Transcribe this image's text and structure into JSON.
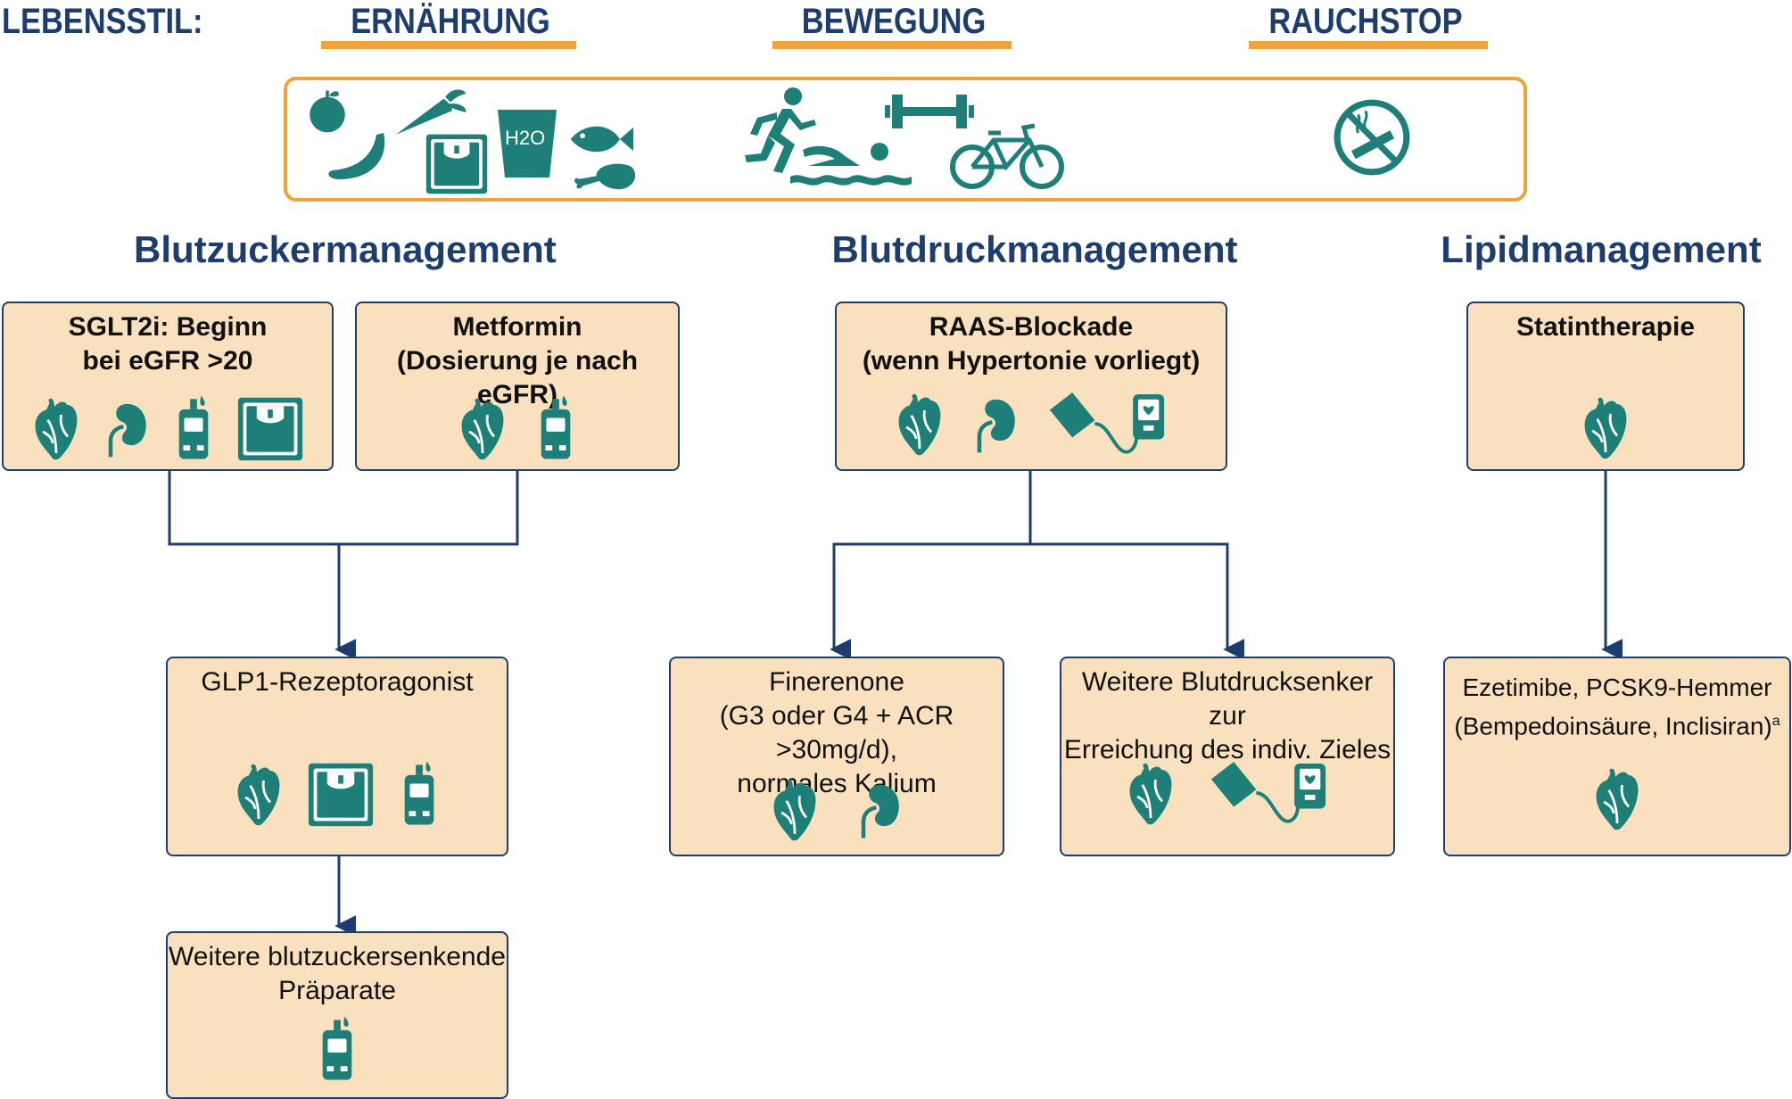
{
  "lifestyle": {
    "label": "LEBENSSTIL:",
    "categories": [
      "ERNÄHRUNG",
      "BEWEGUNG",
      "RAUCHSTOP"
    ]
  },
  "sections": {
    "blood_sugar": "Blutzuckermanagement",
    "blood_pressure": "Blutdruckmanagement",
    "lipid": "Lipidmanagement"
  },
  "boxes": {
    "sglt2": "SGLT2i: Beginn\nbei eGFR >20",
    "metformin": "Metformin\n(Dosierung je nach eGFR)",
    "raas": "RAAS-Blockade\n(wenn Hypertonie vorliegt)",
    "statin": "Statintherapie",
    "glp1": "GLP1-Rezeptoragonist",
    "finerenone": "Finerenone\n(G3 oder G4 + ACR >30mg/d),\nnormales Kalium",
    "bp_lowering": "Weitere Blutdrucksenker zur\nErreichung des indiv. Zieles",
    "ezetimibe": "Ezetimibe, PCSK9-Hemmer\n(Bempedoinsäure, Inclisiran)",
    "ezetimibe_sup": "a",
    "glucose_lowering": "Weitere blutzuckersenkende\nPräparate"
  },
  "water_label": "H2O",
  "colors": {
    "teal": "#1e7f79",
    "navy": "#1c3d6e",
    "orange": "#f0a23b",
    "box_fill": "#f9e1c0"
  }
}
